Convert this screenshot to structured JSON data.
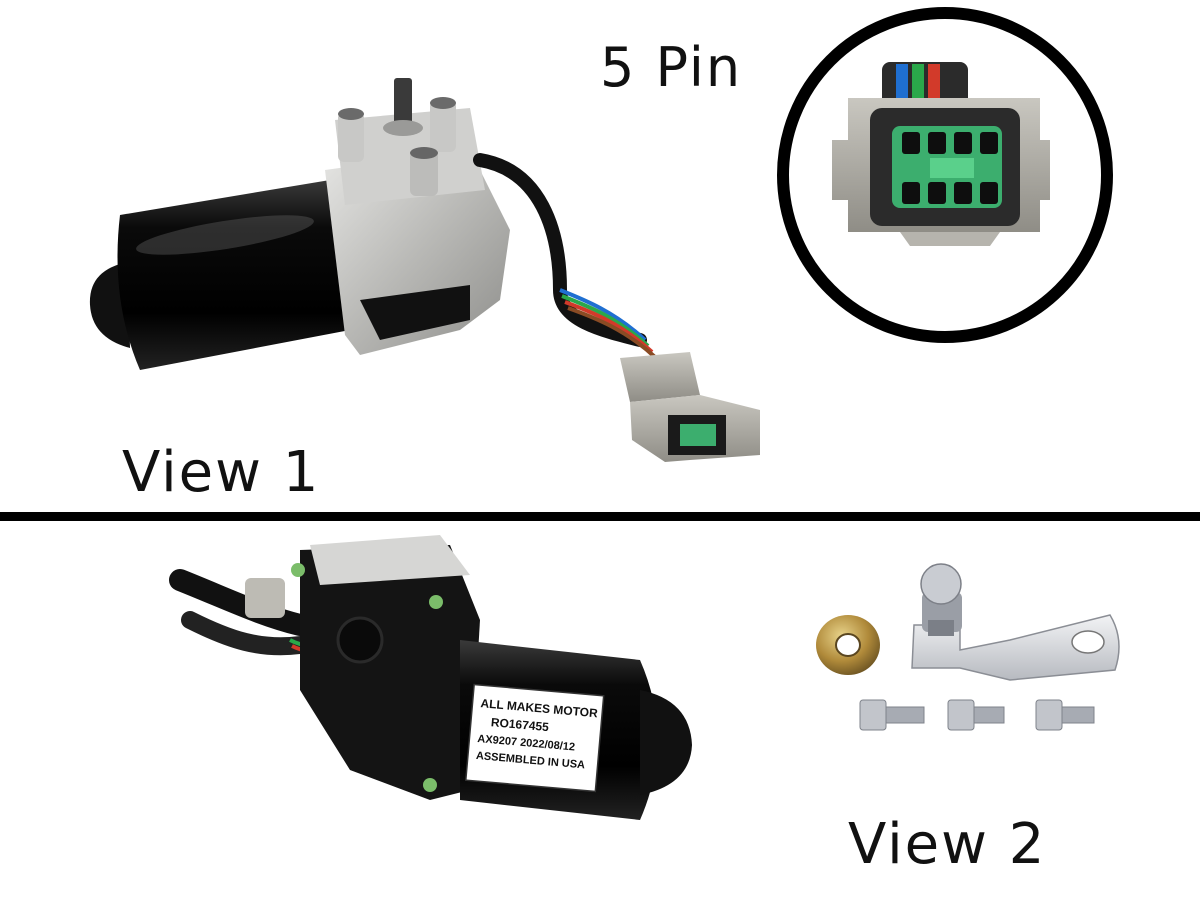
{
  "captions": {
    "connector": "5 Pin",
    "view1": "View 1",
    "view2": "View 2"
  },
  "motor_label": {
    "line1": "ALL MAKES MOTOR",
    "line2": "RO167455",
    "line3": "AX9207  2022/08/12",
    "line4": "ASSEMBLED IN USA"
  },
  "colors": {
    "motor_body": "#0d0d0d",
    "housing": "#c4c4c2",
    "connector_shell": "#a8a69f",
    "connector_insert": "#3cae6e",
    "divider": "#000000"
  },
  "wire_colors": [
    "#1f6fd1",
    "#2aa84a",
    "#d23a2a",
    "#8a4b24",
    "#111111"
  ]
}
